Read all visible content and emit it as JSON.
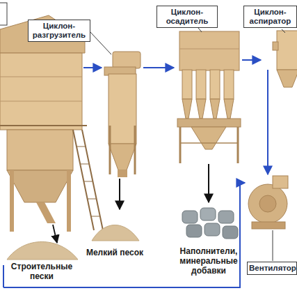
{
  "diagram": {
    "nodes": [
      {
        "text": [
          "Циклон-разгрузитель"
        ]
      },
      {
        "text": [
          "Циклон-осадитель"
        ]
      },
      {
        "text": [
          "Циклон-аспиратор"
        ]
      },
      {
        "text": [
          "Вентилятор"
        ]
      },
      {
        "text": [
          "Строительные пески"
        ]
      },
      {
        "text": [
          "Мелкий песок"
        ]
      },
      {
        "text": [
          "Наполнители, минеральные добавки"
        ]
      }
    ],
    "edges": [
      {
        "from": 0,
        "to": 1,
        "arrow": "to"
      },
      {
        "from": 1,
        "to": 2,
        "arrow": "to"
      },
      {
        "from": 2,
        "to": 3,
        "arrow": "to"
      },
      {
        "from": 0,
        "to": 5,
        "arrow": "to"
      },
      {
        "from": 1,
        "to": 6,
        "arrow": "to"
      }
    ]
  }
}
